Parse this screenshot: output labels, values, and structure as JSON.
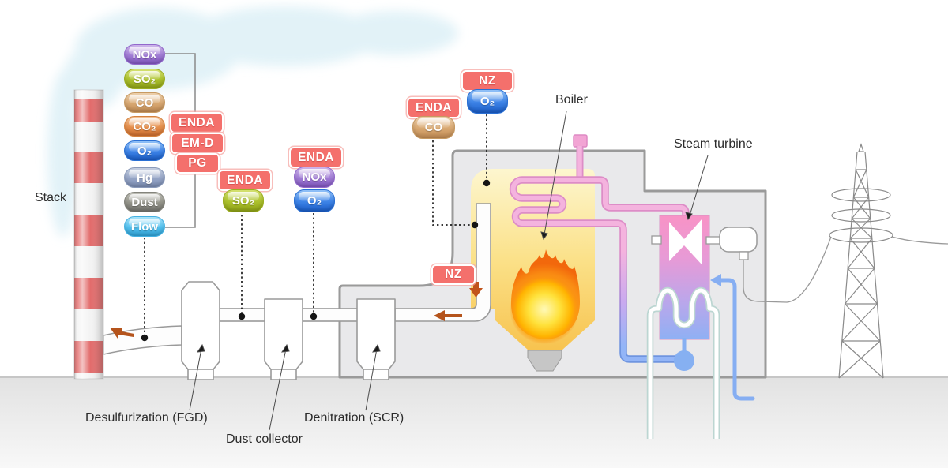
{
  "labels": {
    "stack": "Stack",
    "boiler": "Boiler",
    "steam_turbine": "Steam turbine",
    "desulfurization": "Desulfurization (FGD)",
    "dust_collector": "Dust collector",
    "denitration": "Denitration (SCR)"
  },
  "monitor_groups": {
    "stack": {
      "tags": [
        "ENDA",
        "EM-D",
        "PG"
      ],
      "pills": [
        {
          "id": "nox",
          "label": "NOx"
        },
        {
          "id": "so2",
          "label": "SO₂"
        },
        {
          "id": "co",
          "label": "CO"
        },
        {
          "id": "co2",
          "label": "CO₂"
        },
        {
          "id": "o2",
          "label": "O₂"
        },
        {
          "id": "hg",
          "label": "Hg"
        },
        {
          "id": "dust",
          "label": "Dust"
        },
        {
          "id": "flow",
          "label": "Flow"
        }
      ]
    },
    "fgd": {
      "tags": [
        "ENDA"
      ],
      "pills": [
        {
          "id": "so2",
          "label": "SO₂"
        }
      ]
    },
    "scr": {
      "tags": [
        "ENDA"
      ],
      "pills": [
        {
          "id": "nox",
          "label": "NOx"
        },
        {
          "id": "o2",
          "label": "O₂"
        }
      ]
    },
    "boiler_co": {
      "tags": [
        "ENDA"
      ],
      "pills": [
        {
          "id": "co",
          "label": "CO"
        }
      ]
    },
    "boiler_o2": {
      "tags": [
        "NZ"
      ],
      "pills": [
        {
          "id": "o2",
          "label": "O₂"
        }
      ]
    },
    "boiler_inlet": {
      "tags": [
        "NZ"
      ],
      "pills": []
    }
  },
  "pill_colors": {
    "nox": {
      "top": "#cfb7ec",
      "mid": "#a37fd6",
      "bot": "#8256c2",
      "border": "#9268cc"
    },
    "so2": {
      "top": "#d6e372",
      "mid": "#adc22e",
      "bot": "#8fa316",
      "border": "#9cae20"
    },
    "co": {
      "top": "#eed2ae",
      "mid": "#d9a973",
      "bot": "#c28c54",
      "border": "#c79a62"
    },
    "co2": {
      "top": "#f4c498",
      "mid": "#e6914f",
      "bot": "#d2702f",
      "border": "#d6823e"
    },
    "o2": {
      "top": "#93c3f9",
      "mid": "#3f85e8",
      "bot": "#1a5dc8",
      "border": "#2a70d4"
    },
    "hg": {
      "top": "#c6d0e2",
      "mid": "#97a6c7",
      "bot": "#7a8cb2",
      "border": "#8a9aba"
    },
    "dust": {
      "top": "#c2c2ba",
      "mid": "#94948a",
      "bot": "#757570",
      "border": "#84847c"
    },
    "flow": {
      "top": "#abe5fb",
      "mid": "#56c3f0",
      "bot": "#2fa3d8",
      "border": "#44b1e2"
    }
  },
  "colors": {
    "tag_red": "#f4706c",
    "stack_stripe": "#e26b6b",
    "flow_arrow": "#b5541c",
    "steam_pipe": "#f4b3de",
    "water_pipe": "#86b0f2",
    "flame_core": "#ffe23c"
  }
}
